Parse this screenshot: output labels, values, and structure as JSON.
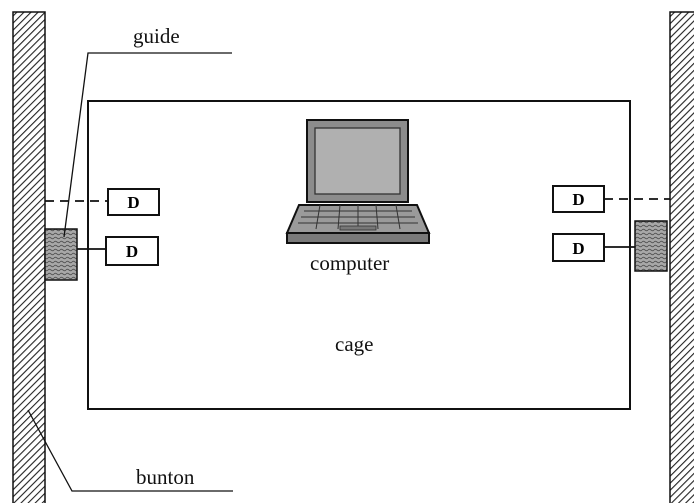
{
  "labels": {
    "guide": "guide",
    "bunton": "bunton",
    "computer": "computer",
    "cage": "cage"
  },
  "detectors": {
    "left_top": "D",
    "left_bottom": "D",
    "right_top": "D",
    "right_bottom": "D"
  },
  "icons": {
    "computer": "laptop-icon"
  }
}
